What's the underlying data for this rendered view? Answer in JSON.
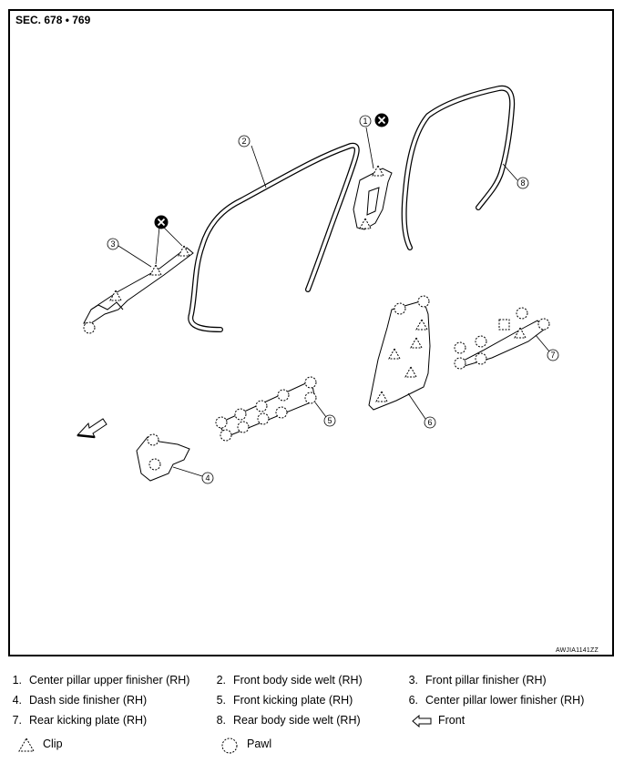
{
  "section_label": "SEC. 678 • 769",
  "figure_code": "AWJIA1141ZZ",
  "callouts": [
    "1",
    "2",
    "3",
    "4",
    "5",
    "6",
    "7",
    "8"
  ],
  "legend": [
    {
      "num": "1.",
      "text": "Center pillar upper finisher (RH)"
    },
    {
      "num": "2.",
      "text": "Front body side welt (RH)"
    },
    {
      "num": "3.",
      "text": "Front pillar finisher (RH)"
    },
    {
      "num": "4.",
      "text": "Dash side finisher (RH)"
    },
    {
      "num": "5.",
      "text": "Front kicking plate (RH)"
    },
    {
      "num": "6.",
      "text": "Center pillar lower finisher (RH)"
    },
    {
      "num": "7.",
      "text": "Rear kicking plate (RH)"
    },
    {
      "num": "8.",
      "text": "Rear body side welt (RH)"
    }
  ],
  "symbols": {
    "front": "Front",
    "clip": "Clip",
    "pawl": "Pawl"
  },
  "icons": {
    "clip": "dashed-triangle-icon",
    "pawl": "dashed-circle-icon",
    "front": "outline-arrow-left-icon",
    "remove": "x-circle-icon",
    "metal_clip": "dashed-square-icon"
  }
}
